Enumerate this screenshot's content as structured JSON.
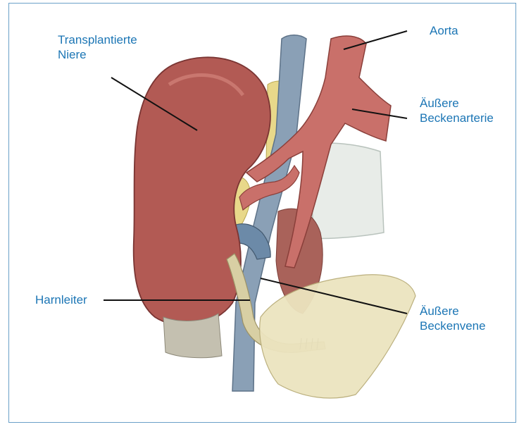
{
  "labels": {
    "kidney": "Transplantierte\nNiere",
    "aorta": "Aorta",
    "artery": "Äußere\nBeckenarterie",
    "ureter": "Harnleiter",
    "vein": "Äußere\nBeckenvene"
  },
  "colors": {
    "label_text": "#1c76b5",
    "frame_border": "#6aa0c8",
    "leader_line": "#111111",
    "kidney": "#b25a54",
    "artery": "#c9706a",
    "vein": "#8aa0b6",
    "ureter": "#d8cfa4",
    "fat": "#e8d88a",
    "bone": "#e8ece8",
    "tissue": "#ece4bf"
  }
}
